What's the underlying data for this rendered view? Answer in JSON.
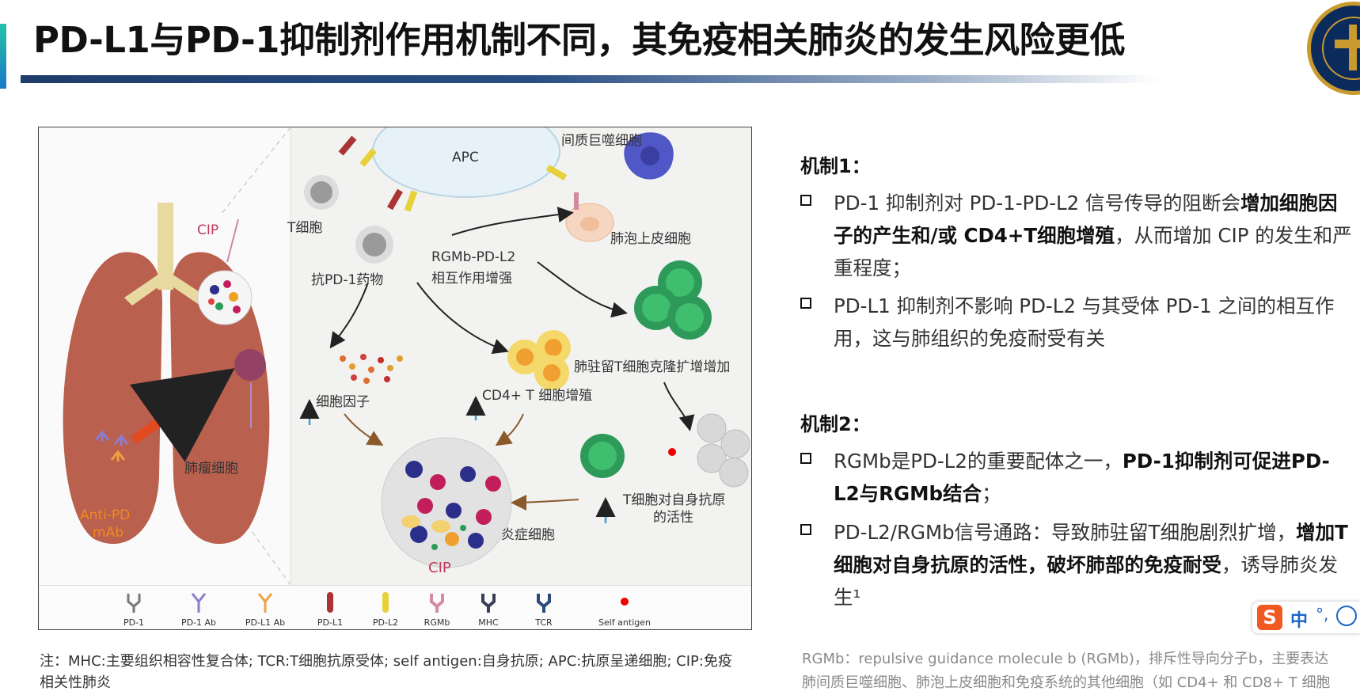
{
  "header": {
    "title": "PD-L1与PD-1抑制剂作用机制不同，其免疫相关肺炎的发生风险更低"
  },
  "figure": {
    "labels": {
      "cip_top": "CIP",
      "apc": "APC",
      "macrophage": "间质巨噬细胞",
      "t_cell": "T细胞",
      "alveolar": "肺泡上皮细胞",
      "drug": "抗PD-1药物",
      "rgmb_line1": "RGMb-PD-L2",
      "rgmb_line2": "相互作用增强",
      "clonal": "肺驻留T细胞克隆扩增增加",
      "cytokine": "细胞因子",
      "cd4": "CD4+ T 细胞增殖",
      "tumor": "肺瘤细胞",
      "anti_pd_line1": "Anti-PD",
      "anti_pd_line2": "mAb",
      "autoreact_line1": "T细胞对自身抗原",
      "autoreact_line2": "的活性",
      "inflam": "炎症细胞",
      "cip_bottom": "CIP"
    },
    "legend": [
      "PD-1",
      "PD-1 Ab",
      "PD-L1 Ab",
      "PD-L1",
      "PD-L2",
      "RGMb",
      "MHC",
      "TCR",
      "Self  antigen"
    ]
  },
  "mechanism1": {
    "heading": "机制1：",
    "bullet1_a": "PD-1 抑制剂对 PD-1-PD-L2 信号传导的阻断会",
    "bullet1_b": "增加细胞因子的产生和/或 CD4+T细胞增殖",
    "bullet1_c": "，从而增加 CIP 的发生和严重程度；",
    "bullet2": "PD-L1 抑制剂不影响 PD-L2 与其受体 PD-1 之间的相互作用，这与肺组织的免疫耐受有关"
  },
  "mechanism2": {
    "heading": "机制2：",
    "bullet1_a": "RGMb是PD-L2的重要配体之一，",
    "bullet1_b": "PD-1抑制剂可促进PD-L2与RGMb结合",
    "bullet1_c": "；",
    "bullet2_a": "PD-L2/RGMb信号通路：导致肺驻留T细胞剧烈扩增，",
    "bullet2_b": "增加T细胞对自身抗原的活性，破坏肺部的免疫耐受",
    "bullet2_c": "，诱导肺炎发生¹"
  },
  "note": "注：MHC:主要组织相容性复合体; TCR:T细胞抗原受体; self antigen:自身抗原; APC:抗原呈递细胞; CIP:免疫相关性肺炎",
  "footnote": {
    "line1": "RGMb：repulsive guidance molecule b (RGMb)，排斥性导向分子b，主要表达",
    "line2": "肺间质巨噬细胞、肺泡上皮细胞和免疫系统的其他细胞（如 CD4+ 和 CD8+ T 细胞"
  },
  "ime": {
    "s": "S",
    "zh": "中",
    "punc": "°,"
  }
}
